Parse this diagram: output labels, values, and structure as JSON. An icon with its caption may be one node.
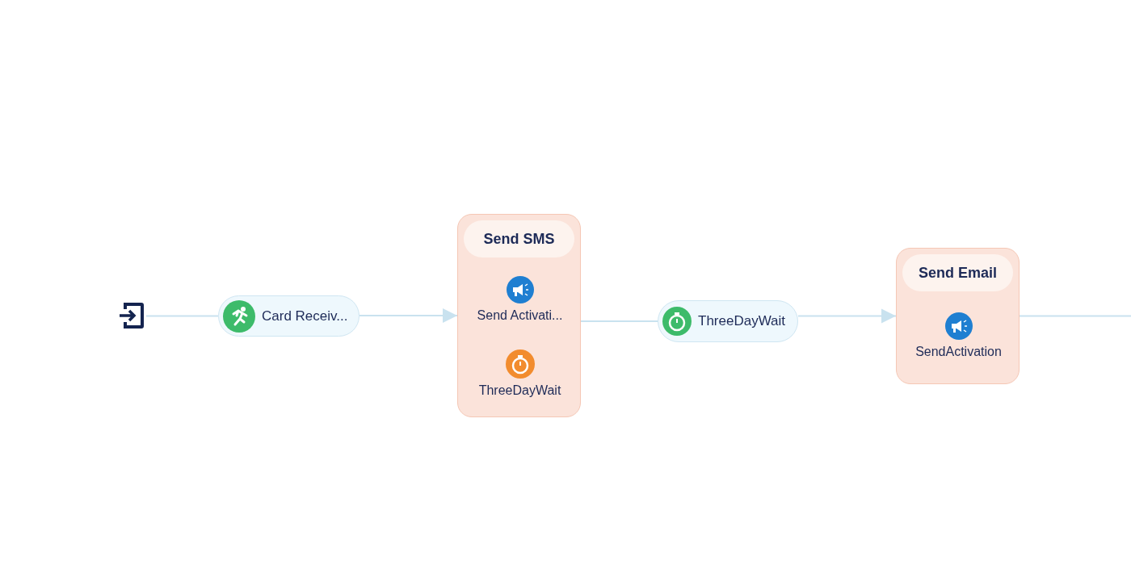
{
  "diagram": {
    "nodes": [
      {
        "text": [],
        "shape": "picture"
      },
      {
        "text": [
          "Card Receiv..."
        ]
      },
      {
        "text": [
          "Send SMS"
        ]
      },
      {
        "text": [
          "Send Activati..."
        ],
        "in": 2
      },
      {
        "text": [
          "ThreeDayWait"
        ],
        "in": 2
      },
      {
        "text": [
          "ThreeDayWait"
        ]
      },
      {
        "text": [
          "Send Email"
        ]
      },
      {
        "text": [
          "SendActivation"
        ],
        "in": 6
      }
    ],
    "edges": [
      {
        "from": 0,
        "to": 1,
        "arrow": "none"
      },
      {
        "from": 1,
        "to": 2,
        "arrow": "to"
      },
      {
        "from": 2,
        "to": 5,
        "arrow": "none"
      },
      {
        "from": 5,
        "to": 6,
        "arrow": "to"
      },
      {
        "from": 6,
        "to": null,
        "arrow": "none"
      }
    ]
  }
}
